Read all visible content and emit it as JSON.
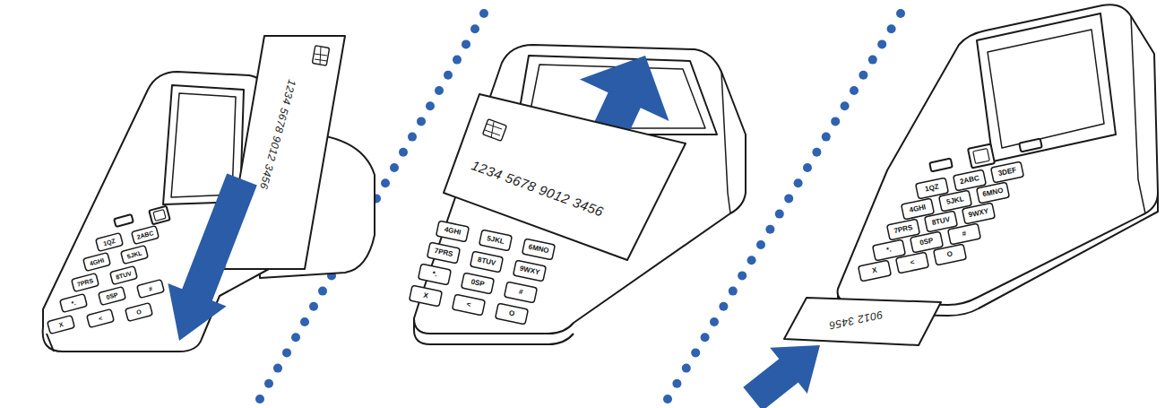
{
  "diagram": {
    "labels": [
      "1234 5678 9012 3456",
      "1QZ",
      "2ABC",
      "4GHI",
      "5JKL",
      "7PRS",
      "8TUV",
      "*.",
      "0SP",
      "#",
      "X",
      "<",
      "O",
      "1234 5678 9012 3456",
      "4GHI",
      "5JKL",
      "6MNO",
      "7PRS",
      "8TUV",
      "9WXY",
      "*.",
      "0SP",
      "#",
      "X",
      "<",
      "O",
      "9012 3456",
      "1QZ",
      "2ABC",
      "3DEF",
      "4GHI",
      "5JKL",
      "6MNO",
      "7PRS",
      "8TUV",
      "9WXY",
      "*.",
      "0SP",
      "#",
      "X",
      "<",
      "O"
    ]
  }
}
